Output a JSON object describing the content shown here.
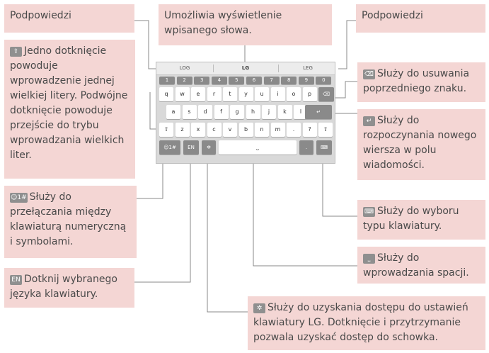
{
  "callouts": {
    "top_left": {
      "text": "Podpowiedzi"
    },
    "top_center": {
      "text": "Umożliwia wyświetlenie wpisanego słowa."
    },
    "top_right": {
      "text": "Podpowiedzi"
    },
    "shift": {
      "icon": "⇧",
      "text": "Jedno dotknięcie powoduje wprowadzenie jednej wielkiej litery. Podwójne dotknięcie powoduje przejście do trybu wprowadzania wielkich liter."
    },
    "delete": {
      "icon": "⌫",
      "text": "Służy do usuwania poprzedniego znaku."
    },
    "enter": {
      "icon": "↵",
      "text": "Służy do rozpoczynania nowego wiersza w polu wiadomości."
    },
    "symbols": {
      "icon": "☺1#",
      "text": "Służy do przełączania między klawiaturą numeryczną i symbolami."
    },
    "keyboard_type": {
      "icon": "⌨",
      "text": "Służy do wyboru typu klawiatury."
    },
    "language": {
      "icon": "EN",
      "text": "Dotknij wybranego języka klawiatury."
    },
    "space": {
      "icon": "⎵",
      "text": "Służy do wprowadzania spacji."
    },
    "settings": {
      "icon": "✲",
      "text": "Służy do uzyskania dostępu do ustawień klawiatury LG. Dotknięcie i przytrzymanie pozwala uzyskać dostęp do schowka."
    }
  },
  "keyboard": {
    "suggestions": [
      "LOG",
      "LG",
      "LEG"
    ],
    "row_numbers": [
      "1",
      "2",
      "3",
      "4",
      "5",
      "6",
      "7",
      "8",
      "9",
      "0"
    ],
    "row_q": [
      "q",
      "w",
      "e",
      "r",
      "t",
      "y",
      "u",
      "i",
      "o",
      "p",
      "⌫"
    ],
    "row_a": [
      "a",
      "s",
      "d",
      "f",
      "g",
      "h",
      "j",
      "k",
      "l",
      "↵"
    ],
    "row_z": [
      "⇧",
      "z",
      "x",
      "c",
      "v",
      "b",
      "n",
      "m",
      ".",
      "?",
      "⇧"
    ],
    "row_bottom": [
      "☺1#",
      "EN",
      "✲",
      "⎵",
      ".",
      "⌨"
    ]
  }
}
